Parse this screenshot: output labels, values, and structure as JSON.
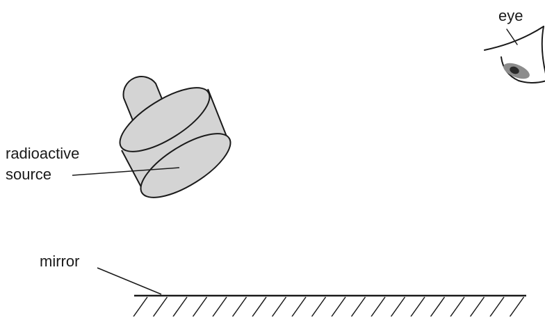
{
  "labels": {
    "eye": "eye",
    "source_line1": "radioactive",
    "source_line2": "source",
    "mirror": "mirror"
  },
  "colors": {
    "ink": "#1a1a1a",
    "source_fill": "#d4d4d4",
    "iris": "#8c8c8c",
    "pupil": "#2a2a2a"
  },
  "icons": {
    "eye": "eye-icon",
    "source": "radioactive-source-icon",
    "mirror": "hatched-mirror-surface"
  }
}
